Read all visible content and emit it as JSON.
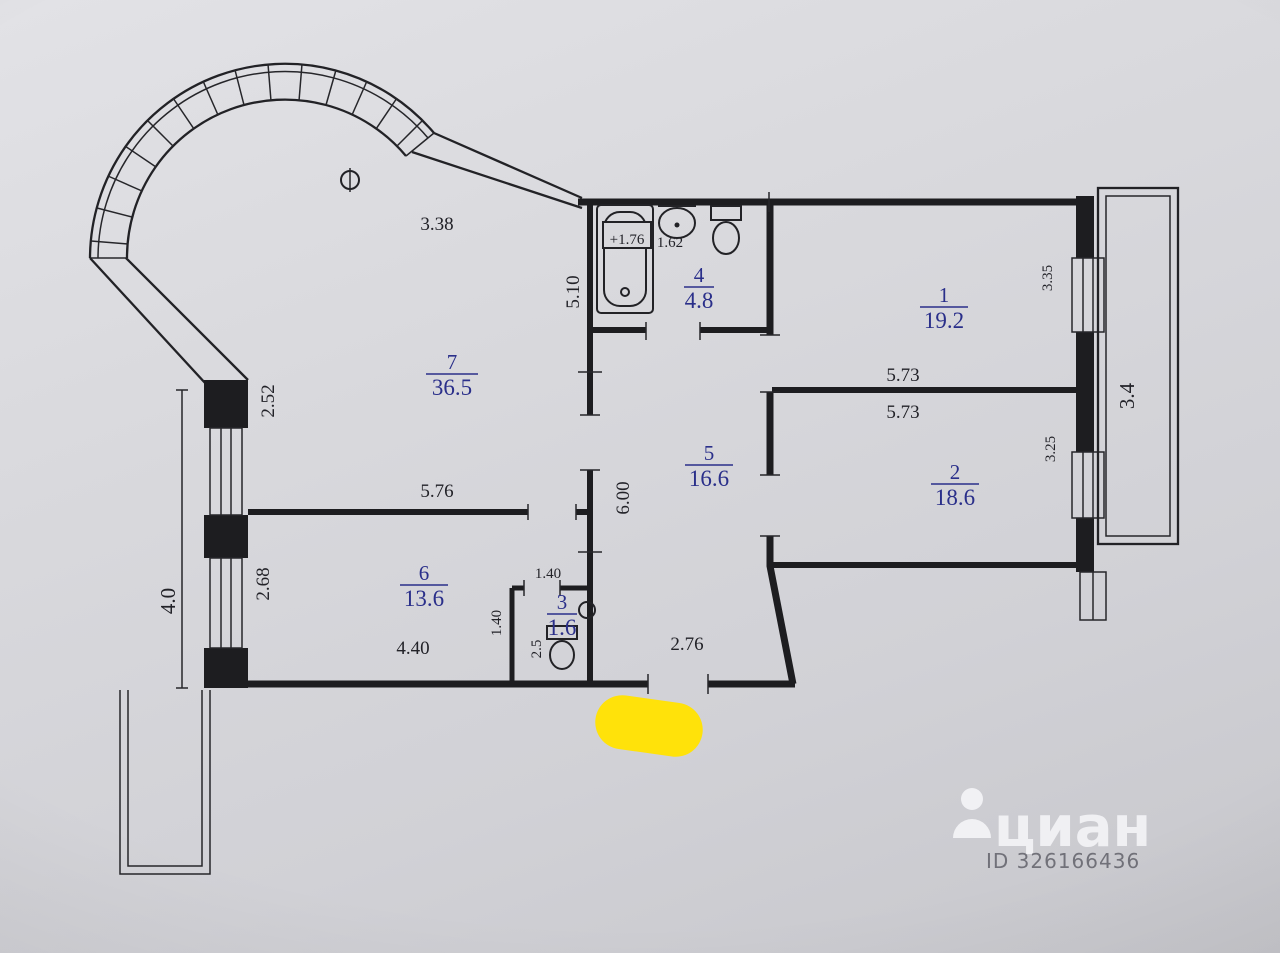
{
  "rooms": [
    {
      "number": "1",
      "area": "19.2"
    },
    {
      "number": "2",
      "area": "18.6"
    },
    {
      "number": "3",
      "area": "1.6"
    },
    {
      "number": "4",
      "area": "4.8"
    },
    {
      "number": "5",
      "area": "16.6"
    },
    {
      "number": "6",
      "area": "13.6"
    },
    {
      "number": "7",
      "area": "36.5"
    }
  ],
  "dims": {
    "wall_338": "3.38",
    "wall_510": "5.10",
    "sink_162": "1.62",
    "bath_level_176": "+1.76",
    "room1_335": "3.35",
    "balcony_34": "3.4",
    "room1_573": "5.73",
    "room2_573": "5.73",
    "room2_325": "3.25",
    "room7_252": "2.52",
    "room7_576": "5.76",
    "hall_600": "6.00",
    "room6_268": "2.68",
    "left_40": "4.0",
    "wc_140_top": "1.40",
    "wc_140_side": "1.40",
    "wc_25": "2.5",
    "room6_440": "4.40",
    "hall_276": "2.76"
  },
  "watermark": {
    "brand": "циан",
    "id": "ID 326166436"
  }
}
